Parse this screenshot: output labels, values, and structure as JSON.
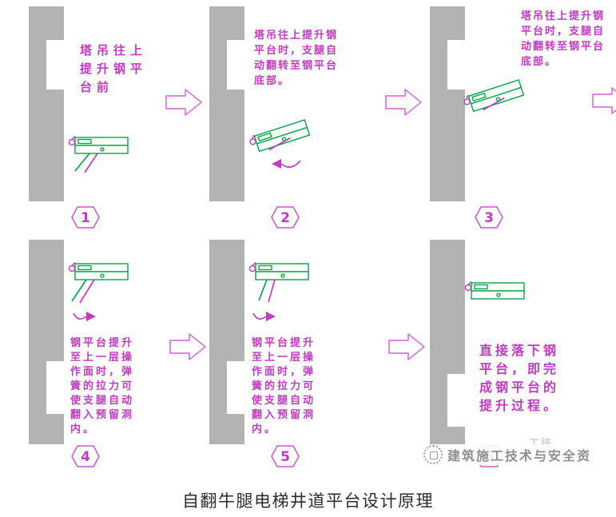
{
  "panels": [
    {
      "number": "1",
      "text": "塔吊往上\n提升钢平\n台前"
    },
    {
      "number": "2",
      "text": "塔吊往上提升钢\n平台时，支腿自\n动翻转至钢平台\n底部。"
    },
    {
      "number": "3",
      "text": "塔吊往上提升钢\n平台时，支腿自\n动翻转至钢平台\n底部。"
    },
    {
      "number": "4",
      "text": "钢平台提升\n至上一层操\n作面时，弹\n簧的拉力可\n使支腿自动\n翻入预留洞\n内。"
    },
    {
      "number": "5",
      "text": "钢平台提升\n至上一层操\n作面时，弹\n簧的拉力可\n使支腿自动\n翻入预留洞\n内。"
    },
    {
      "number": "6",
      "text": "直接落下钢\n平台，即完\n成钢平台的\n提升过程。"
    }
  ],
  "caption": "自翻牛腿电梯井道平台设计原理",
  "watermark": {
    "text": "建筑施工技术与安全资",
    "fragment": "工技"
  },
  "colors": {
    "wall_gray": "#b3b3b3",
    "platform_green": "#00a845",
    "annotation_magenta": "#c13ac1",
    "arrow_pink": "#d678d6",
    "caption_black": "#2d2d2d",
    "watermark_gray": "#8f8f8f"
  }
}
